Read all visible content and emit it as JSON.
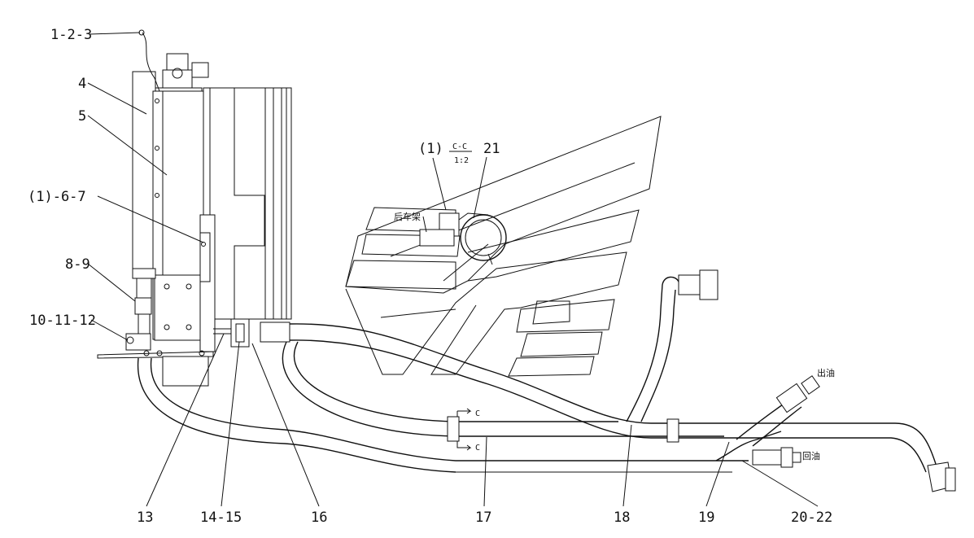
{
  "labels": {
    "l_1_2_3": "1-2-3",
    "l_4": "4",
    "l_5": "5",
    "l_1_6_7": "(1)-6-7",
    "l_8_9": "8-9",
    "l_10_11_12": "10-11-12",
    "l_13": "13",
    "l_14_15": "14-15",
    "l_16": "16",
    "l_17": "17",
    "l_18": "18",
    "l_19": "19",
    "l_20_22": "20-22",
    "l_21": "21",
    "l_section_ref": "(1)",
    "l_section_name": "C-C",
    "l_section_scale": "1:2",
    "l_rear_frame": "后车架",
    "l_outlet": "出油",
    "l_return": "回油",
    "l_cut_c_top": "C",
    "l_cut_c_bottom": "C"
  }
}
